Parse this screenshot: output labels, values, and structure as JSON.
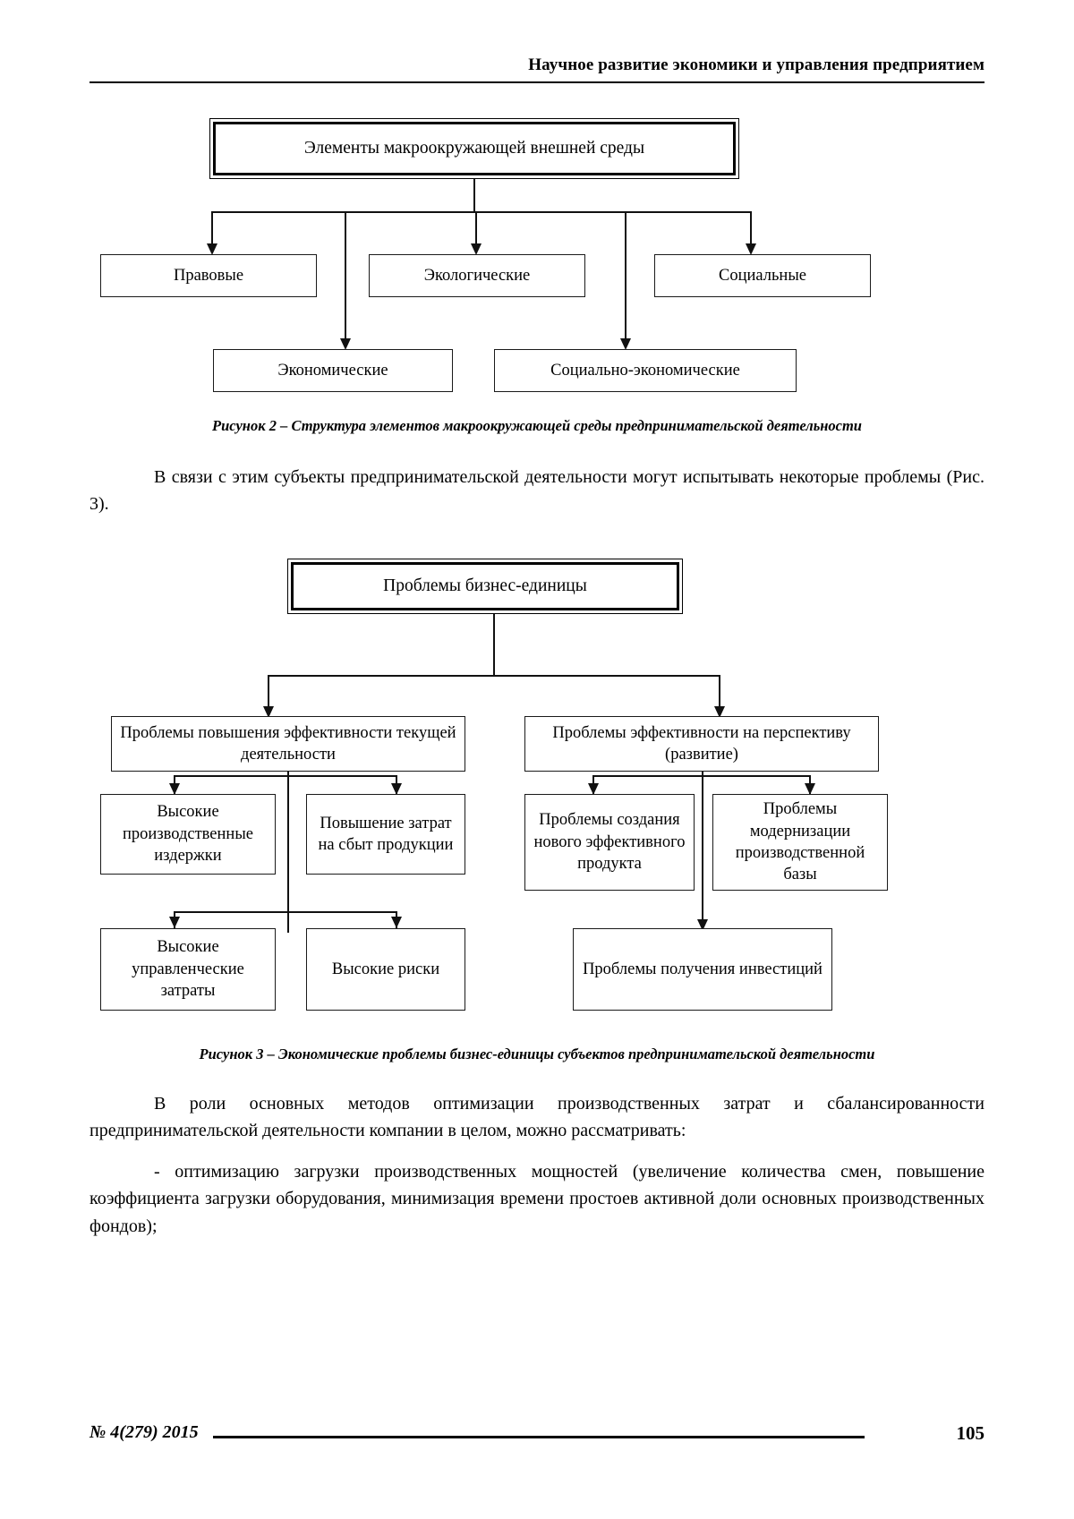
{
  "header": {
    "running_head": "Научное развитие экономики и управления предприятием"
  },
  "figure2": {
    "caption": "Рисунок 2 – Структура элементов макроокружающей среды предпринимательской деятельности",
    "root": "Элементы макроокружающей внешней среды",
    "nodes": {
      "legal": "Правовые",
      "ecological": "Экологические",
      "social": "Социальные",
      "economic": "Экономические",
      "socioeconomic": "Социально-экономические"
    }
  },
  "paragraph1": "В связи с этим субъекты предпринимательской деятельности могут испытывать некоторые проблемы (Рис. 3).",
  "figure3": {
    "caption": "Рисунок 3 – Экономические проблемы бизнес-единицы субъектов предпринимательской деятельности",
    "root": "Проблемы бизнес-единицы",
    "nodes": {
      "current_efficiency": "Проблемы повышения эффективности текущей деятельности",
      "future_efficiency": "Проблемы эффективности на перспективу (развитие)",
      "production_costs": "Высокие производственные издержки",
      "sales_costs": "Повышение затрат на сбыт продукции",
      "new_product": "Проблемы создания нового эффективного продукта",
      "modernization": "Проблемы модернизации производственной базы",
      "management_costs": "Высокие управленческие затраты",
      "high_risks": "Высокие риски",
      "investments": "Проблемы получения инвестиций"
    }
  },
  "paragraph2": "В роли основных методов оптимизации производственных затрат и сбалансированности предпринимательской деятельности компании в целом, можно рассматривать:",
  "paragraph3": "- оптимизацию загрузки производственных мощностей (увеличение количества смен, повышение коэффициента загрузки оборудования, минимизация времени простоев активной доли основных производственных фондов);",
  "footer": {
    "issue": "№ 4(279) 2015",
    "page_number": "105"
  }
}
